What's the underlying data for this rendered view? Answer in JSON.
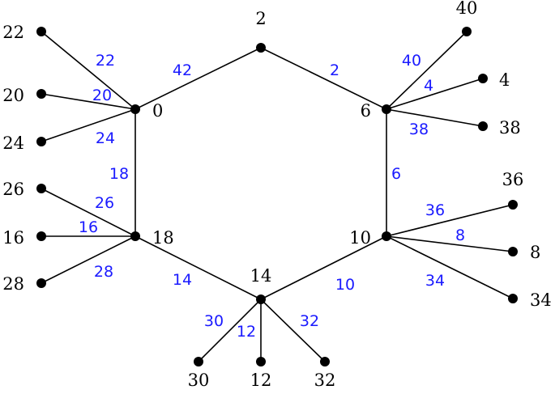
{
  "colors": {
    "edge": "#000000",
    "node": "#000000",
    "vertex_label": "#000000",
    "edge_label": "#1a1aff"
  },
  "vertices": [
    {
      "id": "v2",
      "label": "2"
    },
    {
      "id": "v0",
      "label": "0"
    },
    {
      "id": "v6",
      "label": "6"
    },
    {
      "id": "v18",
      "label": "18"
    },
    {
      "id": "v10",
      "label": "10"
    },
    {
      "id": "v14",
      "label": "14"
    },
    {
      "id": "v22",
      "label": "22"
    },
    {
      "id": "v20",
      "label": "20"
    },
    {
      "id": "v24",
      "label": "24"
    },
    {
      "id": "v26",
      "label": "26"
    },
    {
      "id": "v16",
      "label": "16"
    },
    {
      "id": "v28",
      "label": "28"
    },
    {
      "id": "v40",
      "label": "40"
    },
    {
      "id": "v4",
      "label": "4"
    },
    {
      "id": "v38",
      "label": "38"
    },
    {
      "id": "v36",
      "label": "36"
    },
    {
      "id": "v8",
      "label": "8"
    },
    {
      "id": "v34",
      "label": "34"
    },
    {
      "id": "v30",
      "label": "30"
    },
    {
      "id": "v12",
      "label": "12"
    },
    {
      "id": "v32",
      "label": "32"
    }
  ],
  "edges": [
    {
      "from": "v0",
      "to": "v2",
      "label": "42"
    },
    {
      "from": "v2",
      "to": "v6",
      "label": "2"
    },
    {
      "from": "v6",
      "to": "v10",
      "label": "6"
    },
    {
      "from": "v10",
      "to": "v14",
      "label": "10"
    },
    {
      "from": "v14",
      "to": "v18",
      "label": "14"
    },
    {
      "from": "v18",
      "to": "v0",
      "label": "18"
    },
    {
      "from": "v0",
      "to": "v22",
      "label": "22"
    },
    {
      "from": "v0",
      "to": "v20",
      "label": "20"
    },
    {
      "from": "v0",
      "to": "v24",
      "label": "24"
    },
    {
      "from": "v18",
      "to": "v26",
      "label": "26"
    },
    {
      "from": "v18",
      "to": "v16",
      "label": "16"
    },
    {
      "from": "v18",
      "to": "v28",
      "label": "28"
    },
    {
      "from": "v6",
      "to": "v40",
      "label": "40"
    },
    {
      "from": "v6",
      "to": "v4",
      "label": "4"
    },
    {
      "from": "v6",
      "to": "v38",
      "label": "38"
    },
    {
      "from": "v10",
      "to": "v36",
      "label": "36"
    },
    {
      "from": "v10",
      "to": "v8",
      "label": "8"
    },
    {
      "from": "v10",
      "to": "v34",
      "label": "34"
    },
    {
      "from": "v14",
      "to": "v30",
      "label": "30"
    },
    {
      "from": "v14",
      "to": "v12",
      "label": "12"
    },
    {
      "from": "v14",
      "to": "v32",
      "label": "32"
    }
  ]
}
